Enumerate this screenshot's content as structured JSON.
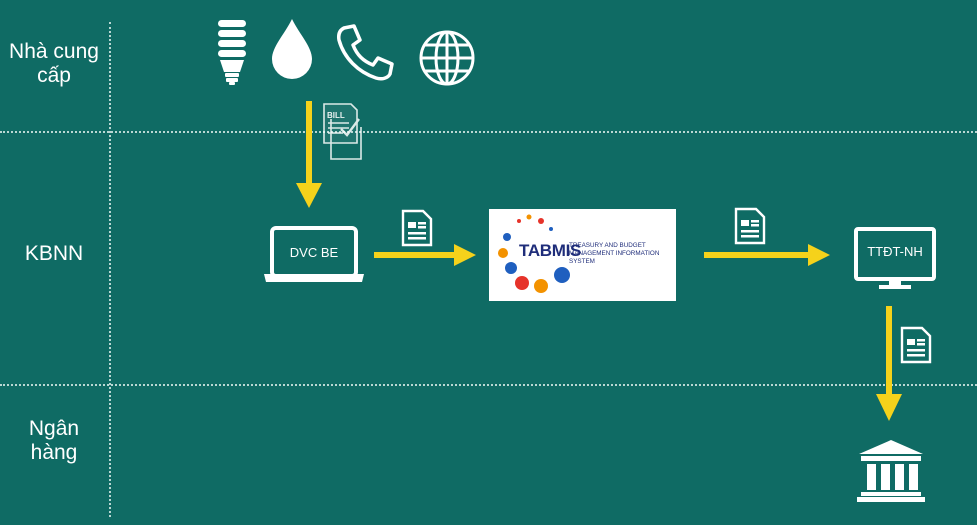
{
  "lanes": [
    {
      "label_line1": "Nhà cung",
      "label_line2": "cấp"
    },
    {
      "label_line1": "KBNN"
    },
    {
      "label_line1": "Ngân",
      "label_line2": "hàng"
    }
  ],
  "providers": {
    "icons": [
      "lightbulb-icon",
      "water-drop-icon",
      "phone-icon",
      "globe-icon"
    ]
  },
  "bill": {
    "label": "BILL"
  },
  "nodes": {
    "dvc_be": {
      "label": "DVC BE"
    },
    "tabmis": {
      "label": "TABMIS",
      "subtitle_line1": "TREASURY AND BUDGET",
      "subtitle_line2": "MANAGEMENT INFORMATION SYSTEM"
    },
    "ttdt_nh": {
      "label": "TTĐT-NH"
    }
  },
  "colors": {
    "background": "#0f6b64",
    "arrow": "#f5d21b",
    "icon": "#ffffff",
    "tabmis_text": "#1f2d7a"
  }
}
